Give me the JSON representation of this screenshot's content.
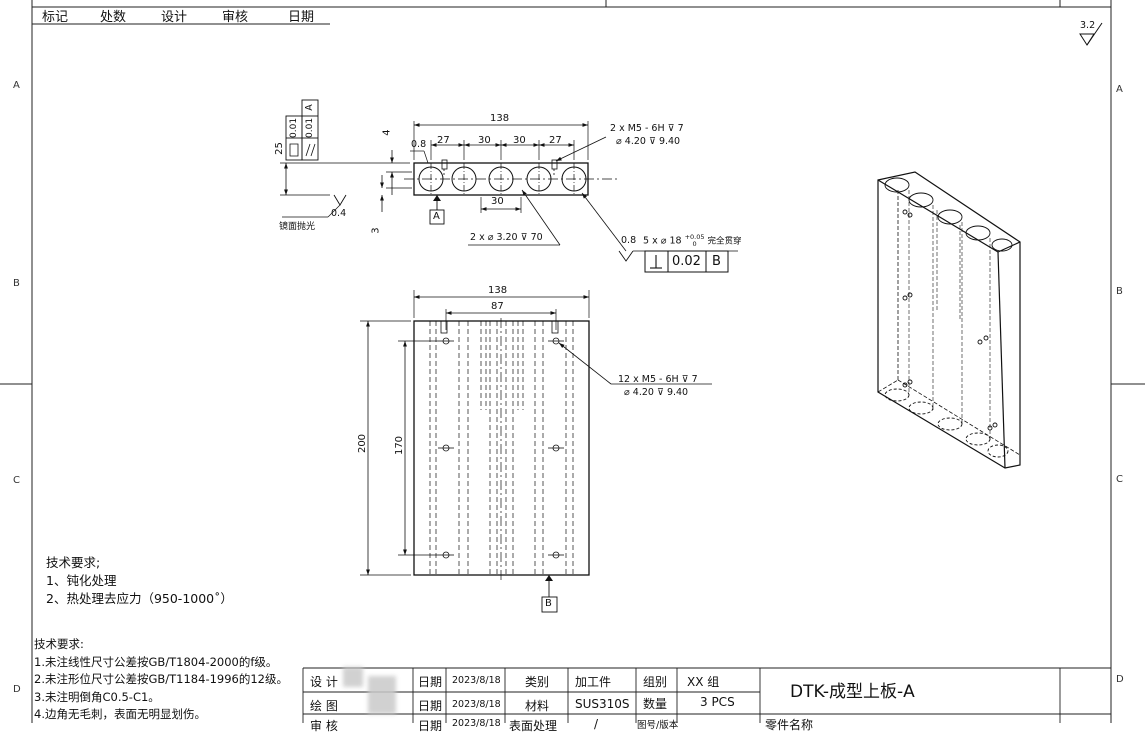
{
  "header": {
    "cols": [
      "标记",
      "处数",
      "设计",
      "审核",
      "日期"
    ]
  },
  "zones": {
    "left": [
      "A",
      "B",
      "C",
      "D"
    ],
    "right": [
      "A",
      "B",
      "C",
      "D"
    ]
  },
  "roughness": "3.2",
  "front_view": {
    "dim_total": "138",
    "dim_27a": "27",
    "dim_30a": "30",
    "dim_30b": "30",
    "dim_27b": "27",
    "dim_08": "0.8",
    "dim_25": "25",
    "dim_4": "4",
    "dim_3": "3",
    "dim_30_bottom": "30",
    "fcf_1": "0.01",
    "fcf_2": "0.01",
    "fcf_datum": "A",
    "datum_a": "A",
    "roughness_04": "0.4",
    "polish_note": "镜面抛光",
    "callout_thread_1": "2 x  M5 - 6H",
    "callout_thread_1_depth": "7",
    "callout_thread_1_drill": "4.20",
    "callout_thread_1_drill_depth": "9.40",
    "callout_hole_1": "2 x",
    "callout_hole_1_dia": "3.20",
    "callout_hole_1_depth": "70",
    "callout_bore_rough": "0.8",
    "callout_bore": "5 x",
    "callout_bore_dia": "18",
    "callout_bore_tol_up": "+0.05",
    "callout_bore_tol_lo": "0",
    "callout_bore_note": "完全贯穿",
    "perp_value": "0.02",
    "perp_datum": "B"
  },
  "top_view": {
    "dim_138": "138",
    "dim_87": "87",
    "dim_200": "200",
    "dim_170": "170",
    "callout_thread": "12 x  M5 - 6H",
    "callout_thread_depth": "7",
    "callout_drill": "4.20",
    "callout_drill_depth": "9.40",
    "datum_b": "B"
  },
  "tech_req_1": {
    "title": "技术要求;",
    "items": [
      "1、钝化处理",
      "2、热处理去应力（950-1000˚）"
    ]
  },
  "tech_req_2": {
    "title": "技术要求:",
    "items": [
      "1.未注线性尺寸公差按GB/T1804-2000的f级。",
      "2.未注形位尺寸公差按GB/T1184-1996的12级。",
      "3.未注明倒角C0.5-C1。",
      "4.边角无毛刺，表面无明显划伤。"
    ]
  },
  "title_block": {
    "design_label": "设 计",
    "draw_label": "绘 图",
    "review_label": "审 核",
    "date_label": "日期",
    "date_label_2": "日期",
    "date_label_3": "日期",
    "date_1": "2023/8/18",
    "date_2": "2023/8/18",
    "date_3": "2023/8/18",
    "category_label": "类别",
    "category_value": "加工件",
    "material_label": "材料",
    "material_value": "SUS310S",
    "surface_label": "表面处理",
    "surface_value": "/",
    "group_label": "组别",
    "group_value": "XX  组",
    "qty_label": "数量",
    "qty_value": "3  PCS",
    "part_label": "图号/版本",
    "part_name_label": "零件名称",
    "drawing_title": "DTK-成型上板-A"
  }
}
